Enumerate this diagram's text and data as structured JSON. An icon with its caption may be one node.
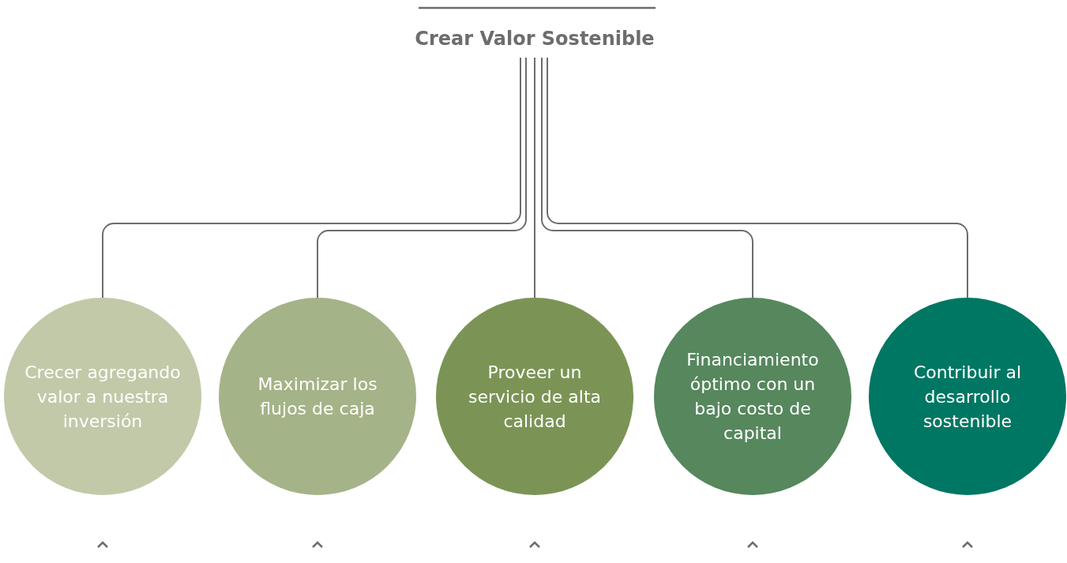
{
  "diagram": {
    "nodes": [
      {
        "text": [
          "Crear Valor Sostenible"
        ]
      },
      {
        "text": [
          "Crecer agregando valor a nuestra inversión"
        ]
      },
      {
        "text": [
          "Maximizar los flujos de caja"
        ]
      },
      {
        "text": [
          "Proveer un servicio de alta calidad"
        ]
      },
      {
        "text": [
          "Financiamiento óptimo con un bajo costo de capital"
        ]
      },
      {
        "text": [
          "Contribuir al desarrollo sostenible"
        ]
      }
    ],
    "edges": [
      {
        "from": 0,
        "to": 1,
        "arrow": "none"
      },
      {
        "from": 0,
        "to": 2,
        "arrow": "none"
      },
      {
        "from": 0,
        "to": 3,
        "arrow": "none"
      },
      {
        "from": 0,
        "to": 4,
        "arrow": "none"
      },
      {
        "from": 0,
        "to": 5,
        "arrow": "none"
      }
    ]
  }
}
